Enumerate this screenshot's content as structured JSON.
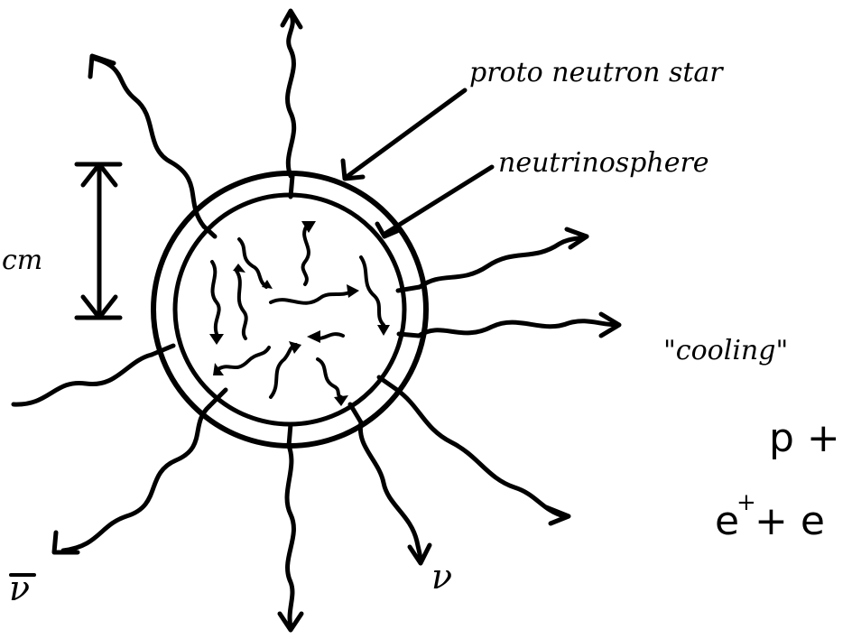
{
  "labels": {
    "proto_neutron_star": "proto neutron star",
    "neutrinosphere": "neutrinosphere",
    "scale": "cm",
    "cooling": "\"cooling\"",
    "reaction_1": "p +",
    "reaction_2": "e",
    "reaction_2_rest": "+ e",
    "positron_superscript": "+",
    "nu": "ν",
    "nu_bar": "ν"
  }
}
